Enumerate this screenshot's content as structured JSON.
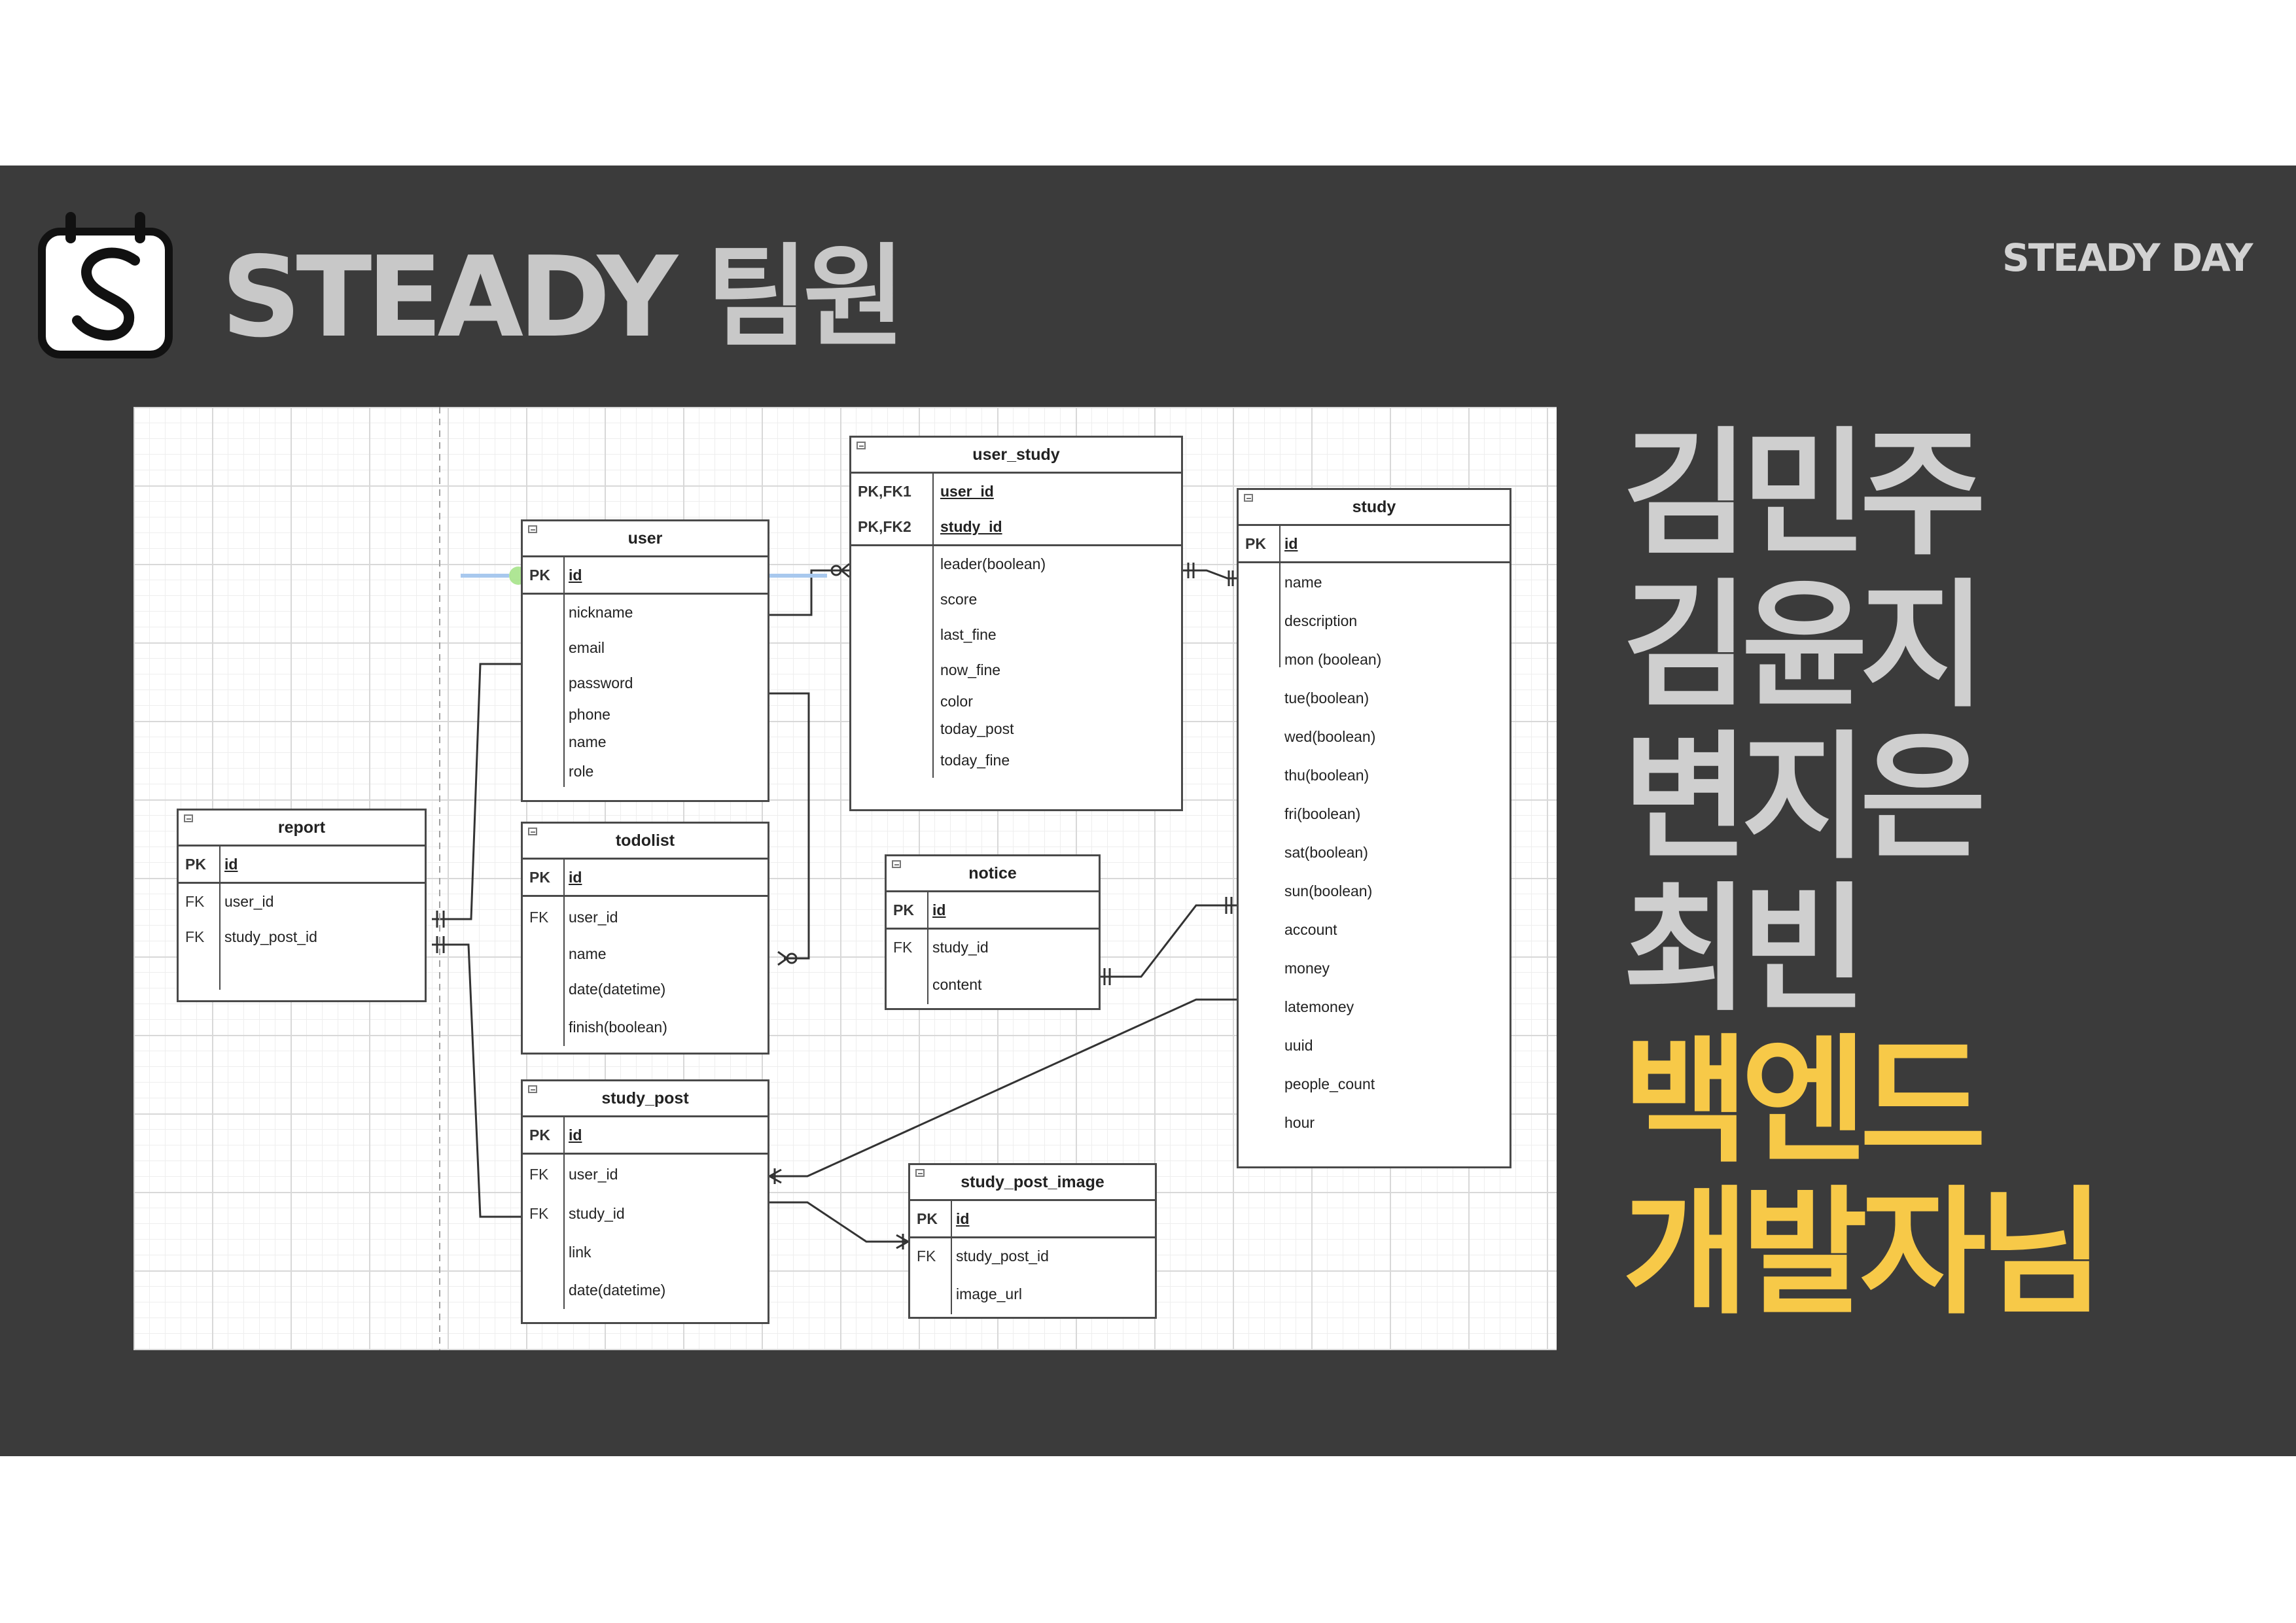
{
  "header": {
    "team_title": "STEADY 팀원",
    "brand": "STEADY DAY",
    "logo_icon": "calendar-s-logo-icon"
  },
  "members": [
    "김민주",
    "김윤지",
    "변지은",
    "최빈"
  ],
  "role_lines": [
    "백엔드",
    "개발자님"
  ],
  "colors": {
    "band": "#3b3b3b",
    "title_gray": "#c8c8c8",
    "highlight_yellow": "#f7c948"
  },
  "erd": {
    "user": {
      "title": "user",
      "rows": [
        {
          "key": "PK",
          "name": "id"
        },
        {
          "key": "",
          "name": "nickname"
        },
        {
          "key": "",
          "name": "email"
        },
        {
          "key": "",
          "name": "password"
        },
        {
          "key": "",
          "name": "phone"
        },
        {
          "key": "",
          "name": "name"
        },
        {
          "key": "",
          "name": "role"
        }
      ]
    },
    "user_study": {
      "title": "user_study",
      "rows": [
        {
          "key": "PK,FK1",
          "name": "user_id"
        },
        {
          "key": "PK,FK2",
          "name": "study_id"
        },
        {
          "key": "",
          "name": "leader(boolean)"
        },
        {
          "key": "",
          "name": "score"
        },
        {
          "key": "",
          "name": "last_fine"
        },
        {
          "key": "",
          "name": "now_fine"
        },
        {
          "key": "",
          "name": "color"
        },
        {
          "key": "",
          "name": "today_post"
        },
        {
          "key": "",
          "name": "today_fine"
        }
      ]
    },
    "study": {
      "title": "study",
      "rows": [
        {
          "key": "PK",
          "name": "id"
        },
        {
          "key": "",
          "name": "name"
        },
        {
          "key": "",
          "name": "description"
        },
        {
          "key": "",
          "name": "mon (boolean)"
        },
        {
          "key": "",
          "name": "tue(boolean)"
        },
        {
          "key": "",
          "name": "wed(boolean)"
        },
        {
          "key": "",
          "name": "thu(boolean)"
        },
        {
          "key": "",
          "name": "fri(boolean)"
        },
        {
          "key": "",
          "name": "sat(boolean)"
        },
        {
          "key": "",
          "name": "sun(boolean)"
        },
        {
          "key": "",
          "name": "account"
        },
        {
          "key": "",
          "name": "money"
        },
        {
          "key": "",
          "name": "latemoney"
        },
        {
          "key": "",
          "name": "uuid"
        },
        {
          "key": "",
          "name": "people_count"
        },
        {
          "key": "",
          "name": "hour"
        }
      ]
    },
    "report": {
      "title": "report",
      "rows": [
        {
          "key": "PK",
          "name": "id"
        },
        {
          "key": "FK",
          "name": "user_id"
        },
        {
          "key": "FK",
          "name": "study_post_id"
        }
      ]
    },
    "todolist": {
      "title": "todolist",
      "rows": [
        {
          "key": "PK",
          "name": "id"
        },
        {
          "key": "FK",
          "name": "user_id"
        },
        {
          "key": "",
          "name": "name"
        },
        {
          "key": "",
          "name": "date(datetime)"
        },
        {
          "key": "",
          "name": "finish(boolean)"
        }
      ]
    },
    "notice": {
      "title": "notice",
      "rows": [
        {
          "key": "PK",
          "name": "id"
        },
        {
          "key": "FK",
          "name": "study_id"
        },
        {
          "key": "",
          "name": "content"
        }
      ]
    },
    "study_post": {
      "title": "study_post",
      "rows": [
        {
          "key": "PK",
          "name": "id"
        },
        {
          "key": "FK",
          "name": "user_id"
        },
        {
          "key": "FK",
          "name": "study_id"
        },
        {
          "key": "",
          "name": "link"
        },
        {
          "key": "",
          "name": "date(datetime)"
        }
      ]
    },
    "study_post_image": {
      "title": "study_post_image",
      "rows": [
        {
          "key": "PK",
          "name": "id"
        },
        {
          "key": "FK",
          "name": "study_post_id"
        },
        {
          "key": "",
          "name": "image_url"
        }
      ]
    }
  }
}
